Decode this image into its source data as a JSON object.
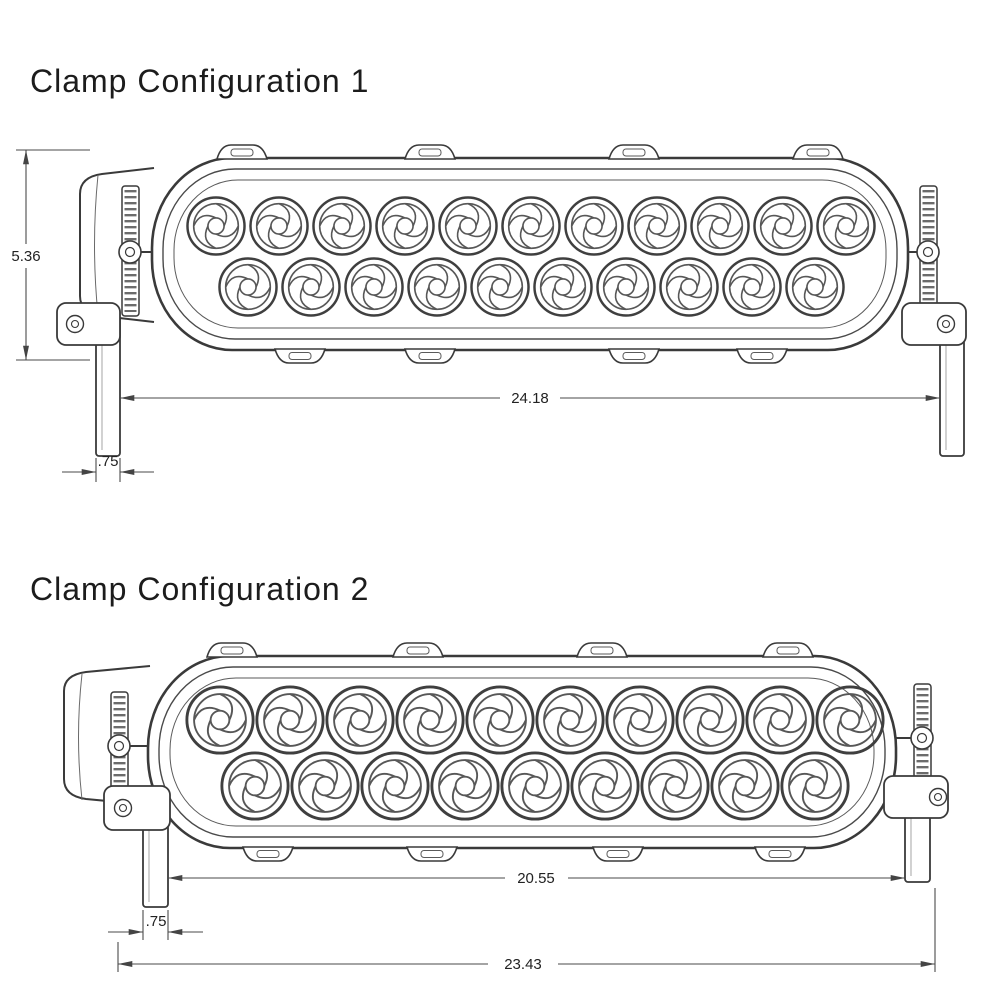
{
  "config1": {
    "title": "Clamp Configuration 1",
    "dimensions": {
      "height": "5.36",
      "mount_width": "24.18",
      "clamp_foot": ".75"
    },
    "leds": {
      "top_row": 11,
      "bottom_row": 10
    }
  },
  "config2": {
    "title": "Clamp Configuration 2",
    "dimensions": {
      "inner_mount_width": "20.55",
      "clamp_foot": ".75",
      "overall_width": "23.43"
    },
    "leds": {
      "top_row": 10,
      "bottom_row": 9
    }
  },
  "colors": {
    "line": "#3a3a3a",
    "secondary_line": "#575757",
    "dimension_line": "#4a4a4a",
    "background": "#ffffff"
  }
}
